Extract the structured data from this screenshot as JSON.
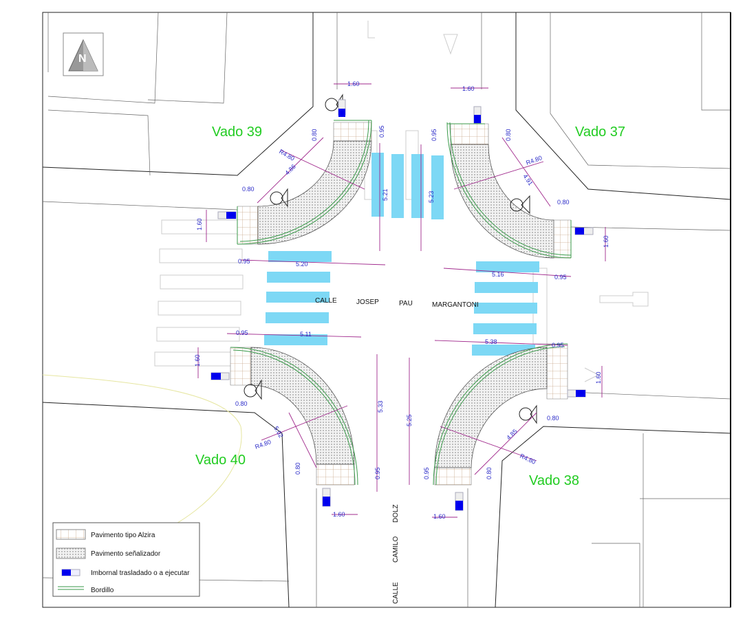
{
  "north": {
    "label": "N"
  },
  "streets": {
    "horizontal": [
      "CALLE",
      "JOSEP",
      "PAU",
      "MARGANTONI"
    ],
    "vertical": [
      "CALLE",
      "CAMILO",
      "DOLZ"
    ]
  },
  "vados": [
    {
      "name": "Vado 39",
      "dims": [
        "1.60",
        "0.95",
        "0.80",
        "R4.80",
        "4.86",
        "0.80",
        "1.60",
        "0.95",
        "5.20",
        "5.21"
      ]
    },
    {
      "name": "Vado 37",
      "dims": [
        "1.60",
        "0.95",
        "0.80",
        "R4.80",
        "4.91",
        "0.80",
        "1.60",
        "0.95",
        "5.16",
        "5.23"
      ]
    },
    {
      "name": "Vado 40",
      "dims": [
        "0.95",
        "1.60",
        "0.80",
        "5.11",
        "R4.80",
        "5.02",
        "0.80",
        "0.95",
        "1.60",
        "5.33"
      ]
    },
    {
      "name": "Vado 38",
      "dims": [
        "5.38",
        "0.95",
        "1.60",
        "0.80",
        "4.85",
        "R4.80",
        "0.80",
        "0.95",
        "1.60",
        "5.25"
      ]
    }
  ],
  "legend": [
    {
      "label": "Pavimento tipo Alzira"
    },
    {
      "label": "Pavimento señalizador"
    },
    {
      "label": "Imbornal trasladado o a ejecutar"
    },
    {
      "label": "Bordillo"
    }
  ],
  "colors": {
    "vado": "#22cc22",
    "crosswalk": "#7dd8f5",
    "dimension": "#2a2ac8",
    "imbornal": "#0000ee",
    "curb": "#3a9a4a"
  }
}
